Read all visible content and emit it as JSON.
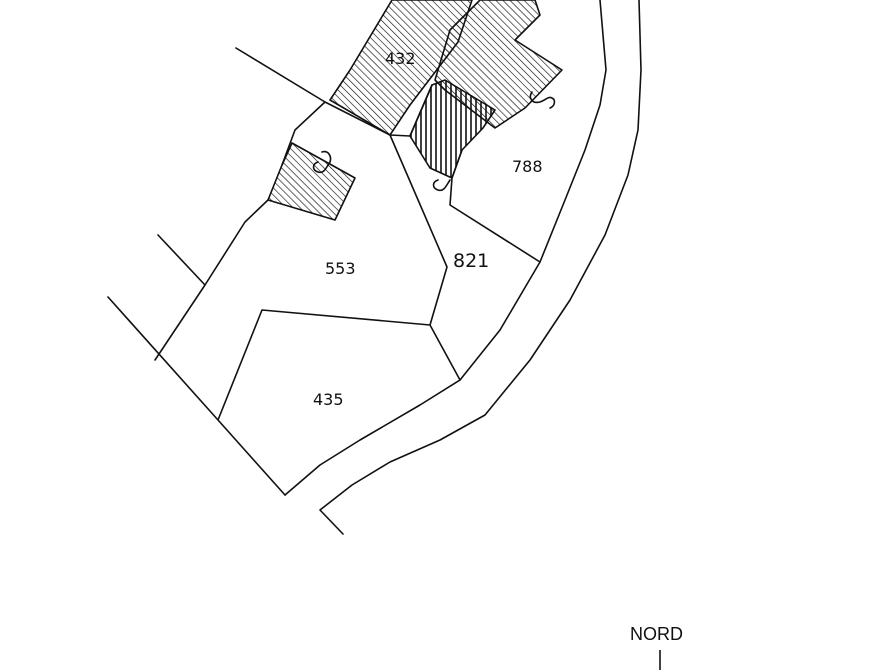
{
  "map": {
    "parcels": {
      "p432": "432",
      "p788": "788",
      "p821": "821",
      "p553": "553",
      "p435": "435"
    },
    "north_label": "NORD",
    "colors": {
      "line": "#111111",
      "background": "#ffffff"
    }
  }
}
